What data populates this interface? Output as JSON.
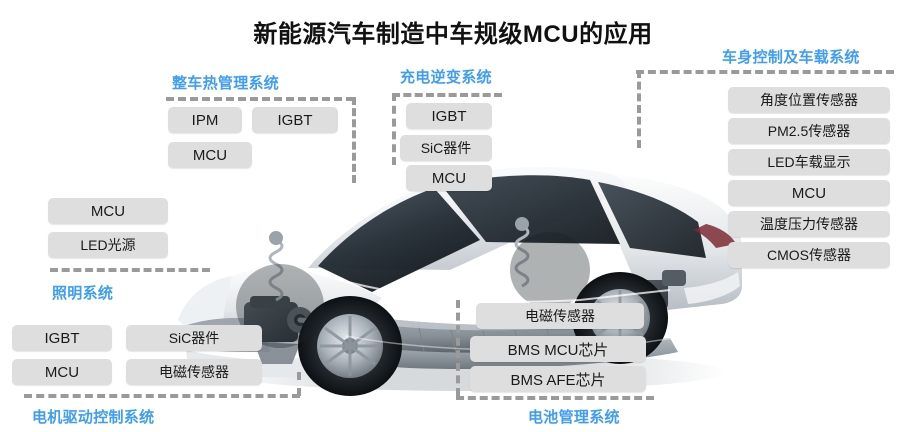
{
  "page": {
    "title": "新能源汽车制造中车规级MCU的应用",
    "accent_blue": "#3f9df4",
    "chip_bg": "#dedede",
    "dash_color": "#9a9a9a"
  },
  "illustration": {
    "name": "cutaway-electric-suv",
    "description": "白色新能源SUV透视图，展示底盘、电池包与三电系统"
  },
  "sections": [
    {
      "id": "thermal",
      "caption": "整车热管理系统",
      "caption_position": "above",
      "chips": [
        "IPM",
        "IGBT",
        "MCU"
      ]
    },
    {
      "id": "charging",
      "caption": "充电逆变系统",
      "caption_position": "above",
      "chips": [
        "IGBT",
        "SiC器件",
        "MCU"
      ]
    },
    {
      "id": "body-control",
      "caption": "车身控制及车载系统",
      "caption_position": "above",
      "chips": [
        "角度位置传感器",
        "PM2.5传感器",
        "LED车载显示",
        "MCU",
        "温度压力传感器",
        "CMOS传感器"
      ]
    },
    {
      "id": "lighting",
      "caption": "照明系统",
      "caption_position": "below",
      "chips": [
        "MCU",
        "LED光源"
      ]
    },
    {
      "id": "motor-drive",
      "caption": "电机驱动控制系统",
      "caption_position": "below",
      "chips": [
        "IGBT",
        "SiC器件",
        "MCU",
        "电磁传感器"
      ]
    },
    {
      "id": "battery-management",
      "caption": "电池管理系统",
      "caption_position": "below",
      "chips": [
        "电磁传感器",
        "BMS MCU芯片",
        "BMS AFE芯片"
      ]
    }
  ]
}
